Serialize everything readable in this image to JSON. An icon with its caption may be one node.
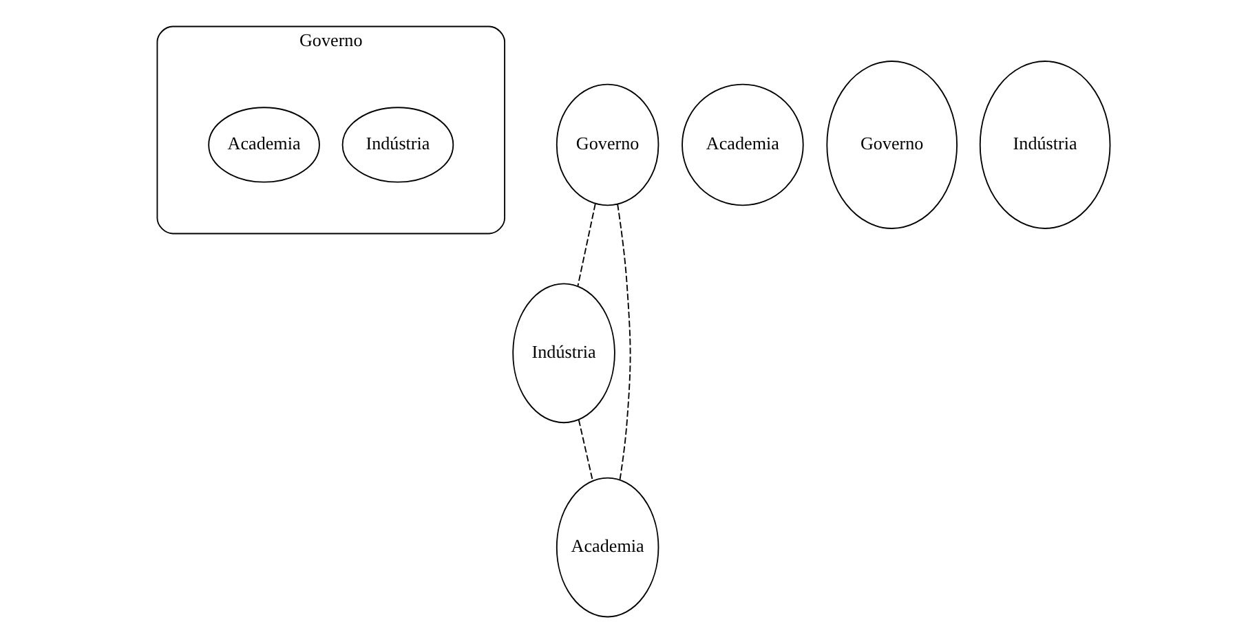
{
  "diagram": {
    "nodes": [
      {
        "text": [
          "Governo"
        ]
      },
      {
        "text": [
          "Indústria"
        ],
        "in": 0
      },
      {
        "text": [
          "Academia"
        ],
        "in": 0
      },
      {
        "text": [
          "Governo"
        ]
      },
      {
        "text": [
          "Indústria"
        ]
      },
      {
        "text": [
          "Academia"
        ]
      },
      {
        "text": [
          "Academia"
        ]
      },
      {
        "text": [
          "Governo"
        ]
      },
      {
        "text": [
          "Indústria"
        ]
      }
    ],
    "edges": [
      {
        "from": 3,
        "to": 4,
        "arrow": "none",
        "style": "dashed"
      },
      {
        "from": 3,
        "to": 5,
        "arrow": "none",
        "style": "dashed"
      },
      {
        "from": 4,
        "to": 5,
        "arrow": "none",
        "style": "dashed"
      }
    ]
  }
}
